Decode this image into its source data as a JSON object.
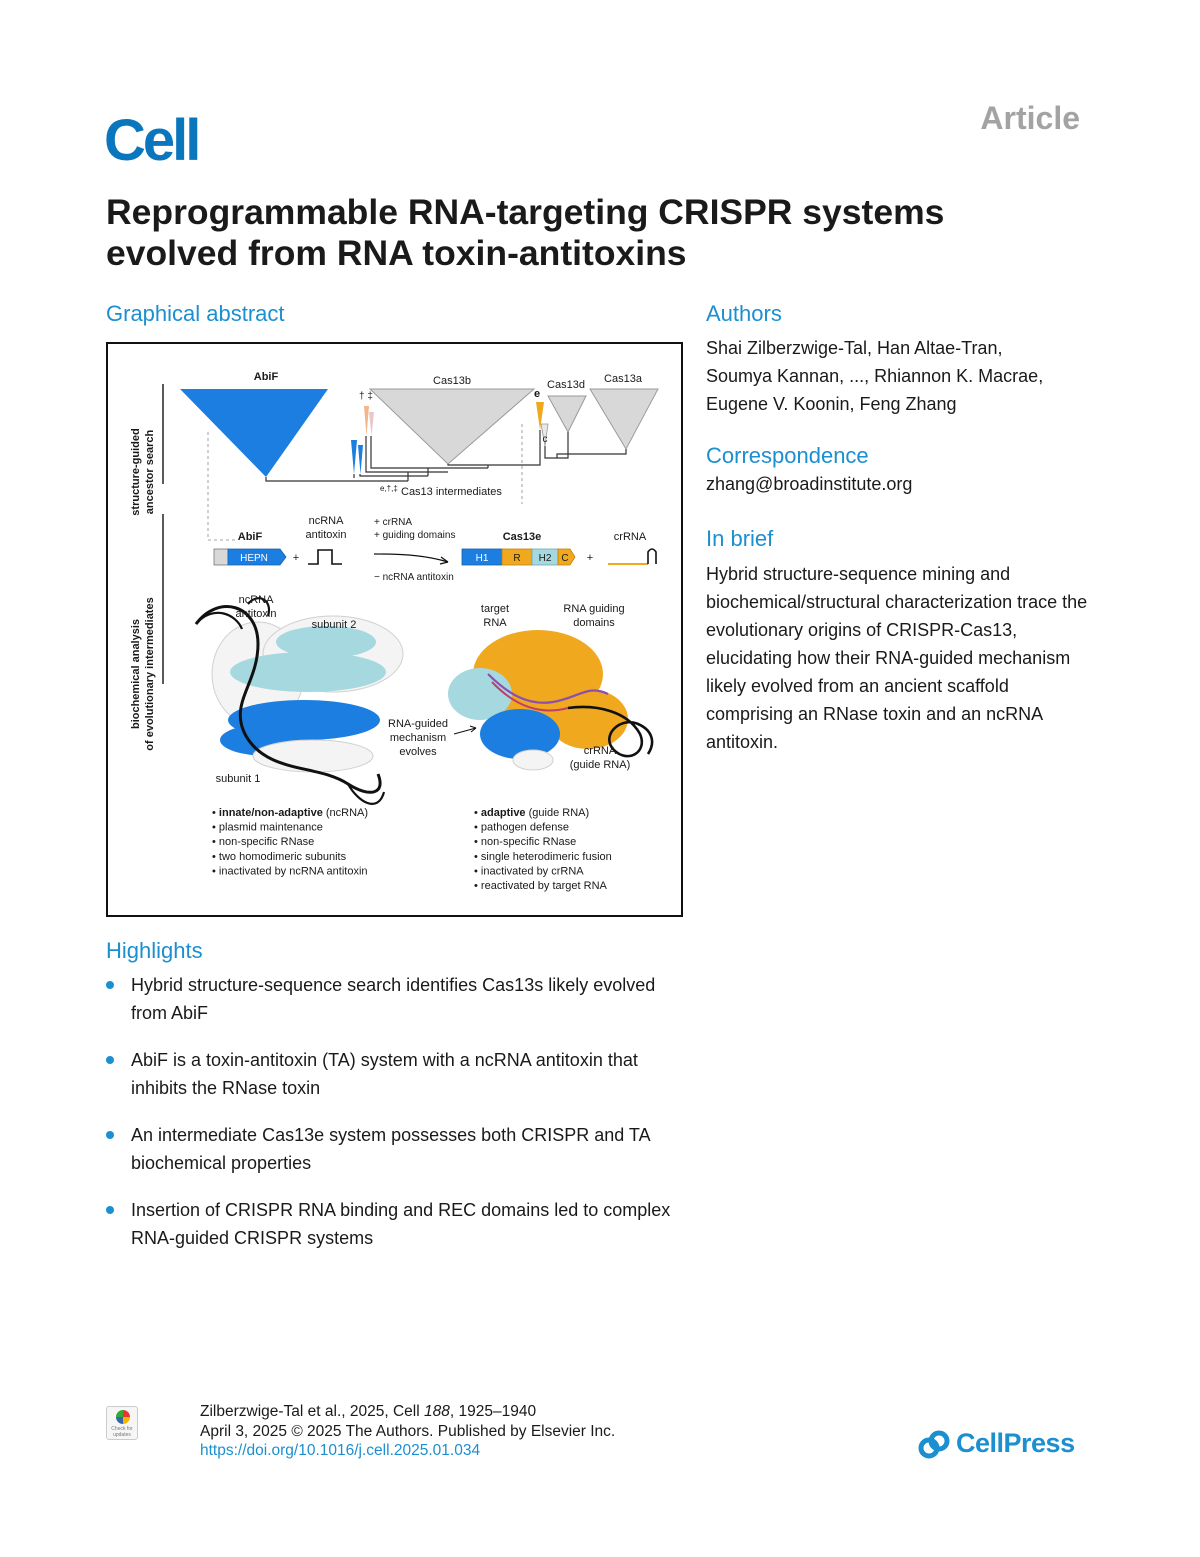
{
  "header": {
    "journal_logo": "Cell",
    "article_type": "Article"
  },
  "title": "Reprogrammable RNA-targeting CRISPR systems evolved from RNA toxin-antitoxins",
  "graphical_abstract": {
    "heading": "Graphical abstract",
    "side_label_top_1": "structure-guided",
    "side_label_top_2": "ancestor search",
    "side_label_bottom_1": "biochemical analysis",
    "side_label_bottom_2": "of evolutionary intermediates",
    "tree": {
      "abif": "AbiF",
      "cas13b": "Cas13b",
      "cas13d": "Cas13d",
      "cas13a": "Cas13a",
      "mark_dagger": "† ‡",
      "mark_e": "e",
      "mark_c": "c",
      "intermediates_sup": "e,†,‡",
      "intermediates": "Cas13 intermediates"
    },
    "schema": {
      "abif": "AbiF",
      "hepn": "HEPN",
      "plus": "+",
      "ncrna_1": "ncRNA",
      "ncrna_2": "antitoxin",
      "add_crrna": "+ crRNA",
      "add_domains": "+ guiding domains",
      "minus_ncrna": "− ncRNA antitoxin",
      "cas13e": "Cas13e",
      "h1": "H1",
      "r": "R",
      "h2": "H2",
      "c": "C",
      "crrna": "crRNA"
    },
    "structure": {
      "ncrna_antitoxin_1": "ncRNA",
      "ncrna_antitoxin_2": "antitoxin",
      "subunit2": "subunit 2",
      "subunit1": "subunit 1",
      "target_1": "target",
      "target_2": "RNA",
      "guiding_1": "RNA guiding",
      "guiding_2": "domains",
      "mechanism_1": "RNA-guided",
      "mechanism_2": "mechanism",
      "mechanism_3": "evolves",
      "crrna_1": "crRNA",
      "crrna_2": "(guide RNA)"
    },
    "left_features": [
      {
        "bold": "innate/non-adaptive",
        "rest": " (ncRNA)"
      },
      {
        "bold": "",
        "rest": "plasmid maintenance"
      },
      {
        "bold": "",
        "rest": "non-specific RNase"
      },
      {
        "bold": "",
        "rest": "two homodimeric subunits"
      },
      {
        "bold": "",
        "rest": "inactivated by ncRNA antitoxin"
      }
    ],
    "right_features": [
      {
        "bold": "adaptive",
        "rest": " (guide RNA)"
      },
      {
        "bold": "",
        "rest": "pathogen defense"
      },
      {
        "bold": "",
        "rest": "non-specific RNase"
      },
      {
        "bold": "",
        "rest": "single heterodimeric fusion"
      },
      {
        "bold": "",
        "rest": "inactivated by crRNA"
      },
      {
        "bold": "",
        "rest": "reactivated by target RNA"
      }
    ],
    "bullet": "•",
    "colors": {
      "blue": "#1b7ee0",
      "light_blue": "#a6d8e0",
      "orange": "#f0a81e",
      "gray": "#d8d8d8"
    }
  },
  "authors": {
    "heading": "Authors",
    "line1": "Shai Zilberzwige-Tal, Han Altae-Tran,",
    "line2": "Soumya Kannan, ..., Rhiannon K. Macrae,",
    "line3": "Eugene V. Koonin, Feng Zhang"
  },
  "correspondence": {
    "heading": "Correspondence",
    "email": "zhang@broadinstitute.org"
  },
  "in_brief": {
    "heading": "In brief",
    "text": "Hybrid structure-sequence mining and biochemical/structural characterization trace the evolutionary origins of CRISPR-Cas13, elucidating how their RNA-guided mechanism likely evolved from an ancient scaffold comprising an RNase toxin and an ncRNA antitoxin."
  },
  "highlights": {
    "heading": "Highlights",
    "items": [
      "Hybrid structure-sequence search identifies Cas13s likely evolved from AbiF",
      "AbiF is a toxin-antitoxin (TA) system with a ncRNA antitoxin that inhibits the RNase toxin",
      "An intermediate Cas13e system possesses both CRISPR and TA biochemical properties",
      "Insertion of CRISPR RNA binding and REC domains led to complex RNA-guided CRISPR systems"
    ]
  },
  "footer": {
    "check_updates": "Check for updates",
    "cite_authors": "Zilberzwige-Tal et al., 2025, Cell ",
    "cite_volume": "188",
    "cite_pages": ", 1925–1940",
    "date_line": "April 3, 2025 © 2025 The Authors. Published by Elsevier Inc.",
    "doi": "https://doi.org/10.1016/j.cell.2025.01.034",
    "publisher": "CellPress"
  }
}
